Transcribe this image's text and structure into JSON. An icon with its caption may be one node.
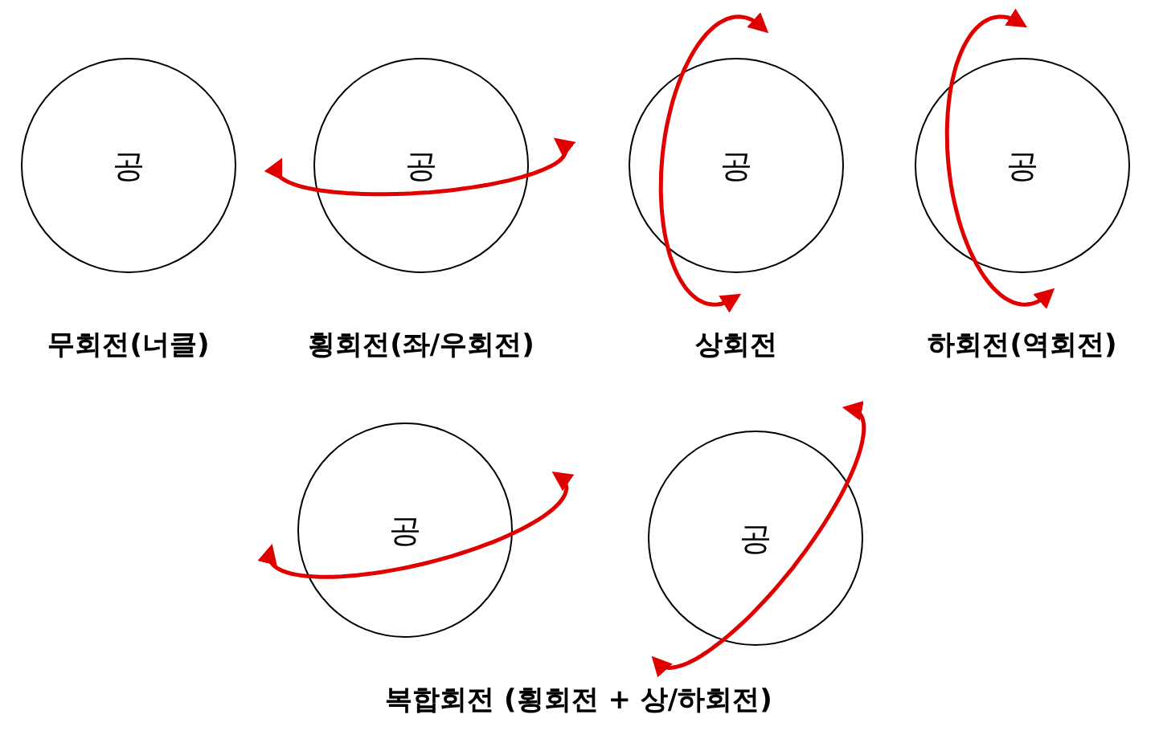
{
  "diagram": {
    "nodes": [
      {
        "text": [
          "공"
        ],
        "beside": [
          "무회전(너클)"
        ]
      },
      {
        "text": [
          "공"
        ],
        "beside": [
          "횡회전(좌/우회전)"
        ]
      },
      {
        "text": [
          "공"
        ],
        "beside": [
          "상회전"
        ]
      },
      {
        "text": [
          "공"
        ],
        "beside": [
          "하회전(역회전)"
        ]
      },
      {
        "text": [
          "공"
        ]
      },
      {
        "text": [
          "공"
        ]
      }
    ],
    "labels": [
      "복합회전 (횡회전 + 상/하회전)"
    ]
  }
}
